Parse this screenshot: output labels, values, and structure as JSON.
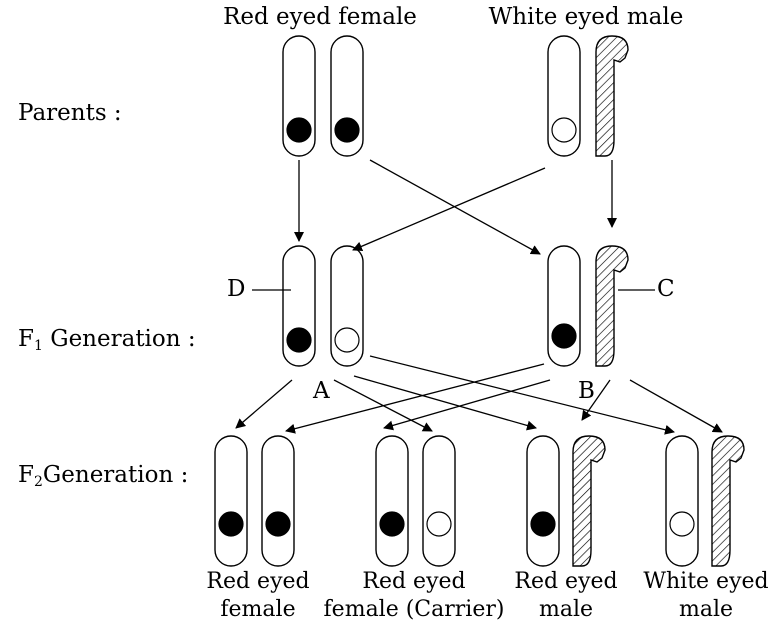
{
  "parents": {
    "female_label": "Red eyed female",
    "male_label": "White eyed male"
  },
  "row_labels": {
    "parents": "Parents :",
    "f1_prefix": "F",
    "f1_sub": "1",
    "f1_suffix": " Generation :",
    "f2_prefix": "F",
    "f2_sub": "2",
    "f2_suffix": "Generation :"
  },
  "markers": {
    "A": "A",
    "B": "B",
    "C": "C",
    "D": "D"
  },
  "offspring": [
    {
      "line1": "Red eyed",
      "line2": "female"
    },
    {
      "line1": "Red eyed",
      "line2": "female (Carrier)"
    },
    {
      "line1": "Red eyed",
      "line2": "male"
    },
    {
      "line1": "White eyed",
      "line2": "male"
    }
  ]
}
